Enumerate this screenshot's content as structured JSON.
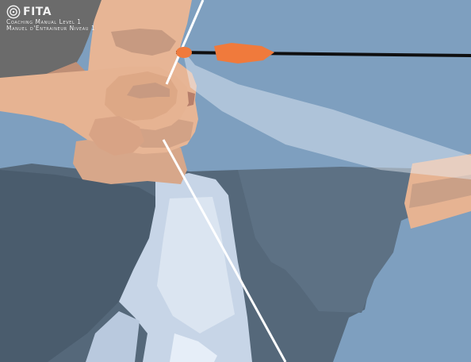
{
  "watermark": {
    "brand": "FITA",
    "line1": "Coaching Manual Level 1",
    "line2": "Manuel d'Entraineur Niveau 1"
  },
  "scene": {
    "subject": "illustrated archer at full draw, anchor at chin with string touching the face",
    "colors": {
      "background": "#7e9fbf",
      "skin": "#e5b293",
      "skin_shadow": "#b88d77",
      "shirt": "#5a6b7b",
      "chest_guard": "#c6d4e6",
      "arrow_shaft": "#111111",
      "fletching": "#f07a3c",
      "bowstring": "#ffffff"
    }
  }
}
